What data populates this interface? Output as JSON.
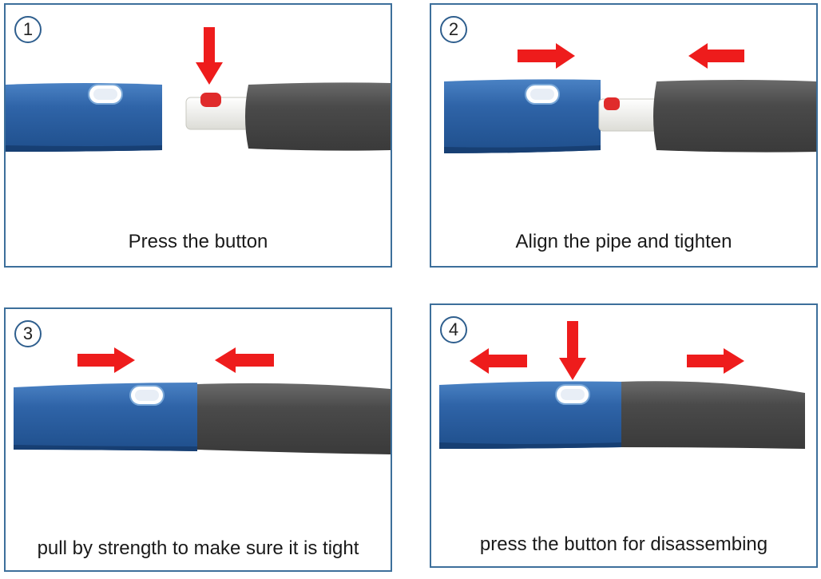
{
  "steps": [
    {
      "number": "1",
      "caption": "Press the button"
    },
    {
      "number": "2",
      "caption": "Align the pipe and tighten"
    },
    {
      "number": "3",
      "caption": "pull by strength to make sure it is tight"
    },
    {
      "number": "4",
      "caption": "press the button for disassembing"
    }
  ],
  "colors": {
    "border": "#3d6f9b",
    "blue_tube": "#2f64a8",
    "grey_tube": "#4a4a4a",
    "arrow": "#ee1c1c",
    "connector": "#f2f2ef",
    "button": "#e02b2b"
  },
  "icons": [
    "down-arrow-icon",
    "right-arrow-icon",
    "left-arrow-icon",
    "push-button-icon"
  ]
}
